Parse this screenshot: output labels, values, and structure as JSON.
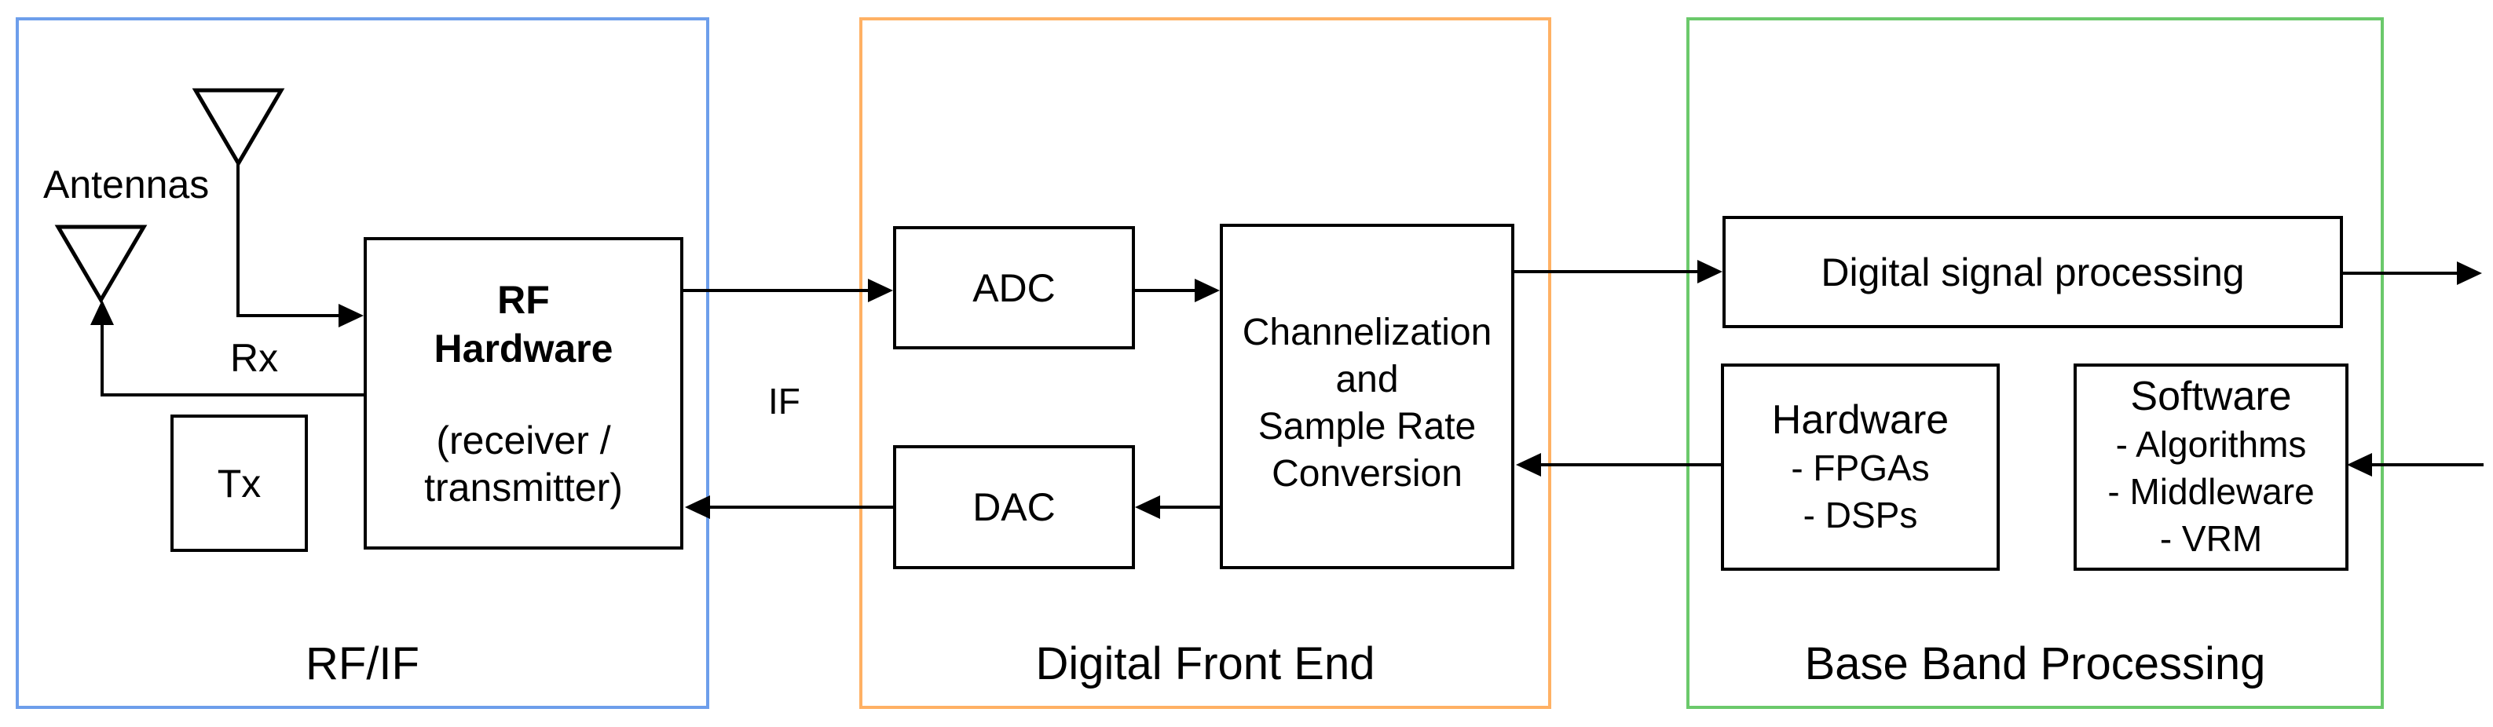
{
  "diagram": {
    "sections": [
      {
        "id": "rfif",
        "label": "RF/IF",
        "border_color": "#6D9EEB"
      },
      {
        "id": "dfe",
        "label": "Digital Front End",
        "border_color": "#FFB164"
      },
      {
        "id": "bbp",
        "label": "Base Band Processing",
        "border_color": "#6BC96B"
      }
    ],
    "nodes": {
      "rf_hardware": {
        "title_line1": "RF",
        "title_line2": "Hardware",
        "subtitle_line1": "(receiver /",
        "subtitle_line2": "transmitter)"
      },
      "tx": {
        "label": "Tx"
      },
      "adc": {
        "label": "ADC"
      },
      "dac": {
        "label": "DAC"
      },
      "channelization": {
        "line1": "Channelization",
        "line2": "and",
        "line3": "Sample Rate",
        "line4": "Conversion"
      },
      "dsp": {
        "label": "Digital signal processing"
      },
      "hardware": {
        "title": "Hardware",
        "items": [
          "- FPGAs",
          "- DSPs"
        ]
      },
      "software": {
        "title": "Software",
        "items": [
          "- Algorithms",
          "- Middleware",
          "- VRM"
        ]
      }
    },
    "annotations": {
      "antennas": "Antennas",
      "rx": "Rx",
      "if": "IF"
    },
    "line_color": "#000000",
    "background_color": "#ffffff"
  }
}
